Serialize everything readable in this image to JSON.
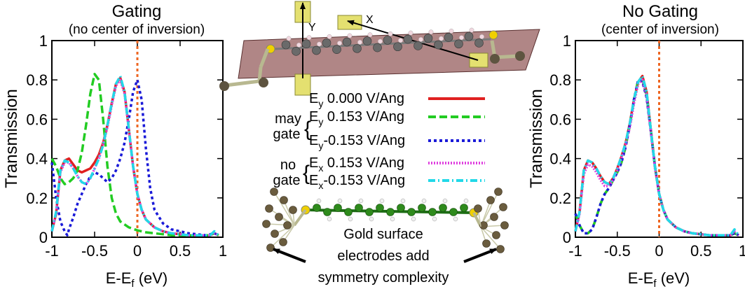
{
  "chart_data": [
    {
      "type": "line",
      "title": "Gating",
      "subtitle": "(no center of inversion)",
      "xlabel": "E-E",
      "xlabel_sub": "f",
      "xlabel_unit": " (eV)",
      "ylabel": "Transmission",
      "xlim": [
        -1,
        1
      ],
      "ylim": [
        0,
        1
      ],
      "xticks": [
        -1,
        -0.5,
        0,
        0.5,
        1
      ],
      "xtick_labels": [
        "-1",
        "-0.5",
        "0",
        "0.5",
        "1"
      ],
      "yticks": [
        0,
        0.2,
        0.4,
        0.6,
        0.8,
        1
      ],
      "ytick_labels": [
        "0",
        "0.2",
        "0.4",
        "0.6",
        "0.8",
        "1"
      ],
      "fermi_line_x": 0,
      "series": [
        {
          "style": "ey0",
          "x": [
            -1.0,
            -0.95,
            -0.9,
            -0.85,
            -0.8,
            -0.75,
            -0.7,
            -0.65,
            -0.6,
            -0.55,
            -0.5,
            -0.45,
            -0.4,
            -0.35,
            -0.3,
            -0.25,
            -0.2,
            -0.15,
            -0.1,
            -0.05,
            0.0,
            0.05,
            0.1,
            0.2,
            0.3,
            0.4,
            0.5,
            0.6,
            0.7,
            0.8,
            0.85,
            0.9,
            0.95
          ],
          "y": [
            0.03,
            0.12,
            0.34,
            0.39,
            0.4,
            0.37,
            0.34,
            0.33,
            0.34,
            0.35,
            0.38,
            0.42,
            0.48,
            0.57,
            0.68,
            0.78,
            0.81,
            0.74,
            0.55,
            0.36,
            0.22,
            0.14,
            0.09,
            0.05,
            0.03,
            0.02,
            0.015,
            0.01,
            0.01,
            0.01,
            0.01,
            0.02,
            0.01
          ]
        },
        {
          "style": "ey_pos",
          "x": [
            -1.0,
            -0.95,
            -0.9,
            -0.85,
            -0.8,
            -0.75,
            -0.7,
            -0.65,
            -0.6,
            -0.55,
            -0.5,
            -0.45,
            -0.4,
            -0.35,
            -0.3,
            -0.25,
            -0.2,
            -0.1,
            0.0,
            0.1,
            0.2,
            0.3,
            0.4,
            0.5,
            0.6,
            0.7,
            0.8,
            0.85,
            0.9,
            0.95
          ],
          "y": [
            0.4,
            0.36,
            0.3,
            0.27,
            0.28,
            0.3,
            0.34,
            0.43,
            0.57,
            0.73,
            0.83,
            0.8,
            0.6,
            0.36,
            0.2,
            0.12,
            0.08,
            0.05,
            0.035,
            0.025,
            0.02,
            0.015,
            0.01,
            0.01,
            0.01,
            0.01,
            0.01,
            0.01,
            0.02,
            0.01
          ]
        },
        {
          "style": "ey_neg",
          "x": [
            -1.0,
            -0.95,
            -0.9,
            -0.85,
            -0.82,
            -0.8,
            -0.75,
            -0.7,
            -0.65,
            -0.6,
            -0.55,
            -0.5,
            -0.45,
            -0.4,
            -0.35,
            -0.3,
            -0.25,
            -0.2,
            -0.15,
            -0.1,
            -0.05,
            0.0,
            0.05,
            0.1,
            0.15,
            0.2,
            0.3,
            0.4,
            0.5,
            0.6,
            0.7,
            0.8,
            0.9,
            0.95
          ],
          "y": [
            0.38,
            0.2,
            0.08,
            0.03,
            0.01,
            0.04,
            0.1,
            0.17,
            0.22,
            0.27,
            0.31,
            0.33,
            0.32,
            0.3,
            0.28,
            0.3,
            0.34,
            0.4,
            0.48,
            0.6,
            0.74,
            0.8,
            0.7,
            0.45,
            0.25,
            0.14,
            0.07,
            0.04,
            0.03,
            0.02,
            0.015,
            0.01,
            0.02,
            0.01
          ]
        },
        {
          "style": "ex_pos",
          "x": [
            -1.0,
            -0.95,
            -0.9,
            -0.85,
            -0.8,
            -0.75,
            -0.7,
            -0.65,
            -0.6,
            -0.55,
            -0.5,
            -0.45,
            -0.4,
            -0.35,
            -0.3,
            -0.25,
            -0.2,
            -0.15,
            -0.1,
            -0.05,
            0.0,
            0.05,
            0.1,
            0.2,
            0.3,
            0.4,
            0.5,
            0.6,
            0.7,
            0.8,
            0.85,
            0.9,
            0.95
          ],
          "y": [
            0.03,
            0.12,
            0.33,
            0.38,
            0.38,
            0.35,
            0.31,
            0.28,
            0.27,
            0.3,
            0.35,
            0.4,
            0.47,
            0.56,
            0.67,
            0.77,
            0.8,
            0.73,
            0.55,
            0.36,
            0.22,
            0.14,
            0.09,
            0.05,
            0.03,
            0.02,
            0.015,
            0.01,
            0.01,
            0.01,
            0.01,
            0.02,
            0.01
          ]
        },
        {
          "style": "ex_neg",
          "x": [
            -1.0,
            -0.95,
            -0.9,
            -0.85,
            -0.8,
            -0.75,
            -0.7,
            -0.65,
            -0.6,
            -0.55,
            -0.5,
            -0.45,
            -0.4,
            -0.35,
            -0.3,
            -0.25,
            -0.2,
            -0.15,
            -0.1,
            -0.05,
            0.0,
            0.05,
            0.1,
            0.2,
            0.3,
            0.4,
            0.5,
            0.6,
            0.7,
            0.8,
            0.85,
            0.9,
            0.95
          ],
          "y": [
            0.03,
            0.13,
            0.34,
            0.39,
            0.38,
            0.35,
            0.31,
            0.28,
            0.27,
            0.3,
            0.35,
            0.4,
            0.47,
            0.57,
            0.68,
            0.78,
            0.82,
            0.74,
            0.55,
            0.36,
            0.22,
            0.14,
            0.09,
            0.05,
            0.03,
            0.02,
            0.015,
            0.01,
            0.01,
            0.01,
            0.01,
            0.03,
            0.01
          ]
        }
      ]
    },
    {
      "type": "line",
      "title": "No Gating",
      "subtitle": "(center of inversion)",
      "xlabel": "E-E",
      "xlabel_sub": "f",
      "xlabel_unit": " (eV)",
      "ylabel": "Transmission",
      "xlim": [
        -1,
        1
      ],
      "ylim": [
        0,
        1
      ],
      "xticks": [
        -1,
        -0.5,
        0,
        0.5,
        1
      ],
      "xtick_labels": [
        "-1",
        "-0.5",
        "0",
        "0.5",
        "1"
      ],
      "yticks": [
        0,
        0.2,
        0.4,
        0.6,
        0.8,
        1
      ],
      "ytick_labels": [
        "0",
        "0.2",
        "0.4",
        "0.6",
        "0.8",
        "1"
      ],
      "fermi_line_x": 0,
      "series": [
        {
          "style": "ey0",
          "x": [
            -1.0,
            -0.95,
            -0.9,
            -0.85,
            -0.8,
            -0.75,
            -0.7,
            -0.65,
            -0.6,
            -0.55,
            -0.5,
            -0.45,
            -0.4,
            -0.35,
            -0.3,
            -0.25,
            -0.2,
            -0.15,
            -0.1,
            -0.05,
            0.0,
            0.05,
            0.1,
            0.2,
            0.3,
            0.4,
            0.5,
            0.6,
            0.7,
            0.8,
            0.85,
            0.9,
            0.95
          ],
          "y": [
            0.03,
            0.13,
            0.34,
            0.39,
            0.38,
            0.35,
            0.31,
            0.28,
            0.27,
            0.3,
            0.35,
            0.41,
            0.48,
            0.58,
            0.7,
            0.79,
            0.82,
            0.74,
            0.55,
            0.36,
            0.22,
            0.14,
            0.09,
            0.05,
            0.03,
            0.02,
            0.015,
            0.01,
            0.01,
            0.01,
            0.01,
            0.02,
            0.01
          ]
        },
        {
          "style": "ey_pos",
          "x": [
            -1.0,
            -0.95,
            -0.9,
            -0.85,
            -0.8,
            -0.75,
            -0.7,
            -0.65,
            -0.6,
            -0.55,
            -0.5,
            -0.45,
            -0.4,
            -0.35,
            -0.3,
            -0.25,
            -0.2,
            -0.15,
            -0.1,
            -0.05,
            0.0,
            0.05,
            0.1,
            0.2,
            0.3,
            0.4,
            0.5,
            0.6,
            0.7,
            0.8,
            0.85,
            0.9,
            0.95
          ],
          "y": [
            0.12,
            0.06,
            0.02,
            0.02,
            0.04,
            0.1,
            0.17,
            0.22,
            0.25,
            0.29,
            0.33,
            0.38,
            0.46,
            0.57,
            0.7,
            0.8,
            0.8,
            0.72,
            0.55,
            0.36,
            0.22,
            0.14,
            0.09,
            0.05,
            0.03,
            0.02,
            0.015,
            0.01,
            0.01,
            0.01,
            0.01,
            0.02,
            0.01
          ]
        },
        {
          "style": "ey_neg",
          "x": [
            -1.0,
            -0.95,
            -0.9,
            -0.85,
            -0.8,
            -0.75,
            -0.7,
            -0.65,
            -0.6,
            -0.55,
            -0.5,
            -0.45,
            -0.4,
            -0.35,
            -0.3,
            -0.25,
            -0.2,
            -0.15,
            -0.1,
            -0.05,
            0.0,
            0.05,
            0.1,
            0.2,
            0.3,
            0.4,
            0.5,
            0.6,
            0.7,
            0.8,
            0.85,
            0.9,
            0.95
          ],
          "y": [
            0.12,
            0.06,
            0.02,
            0.02,
            0.04,
            0.1,
            0.17,
            0.22,
            0.25,
            0.29,
            0.33,
            0.38,
            0.46,
            0.57,
            0.7,
            0.8,
            0.79,
            0.71,
            0.54,
            0.36,
            0.22,
            0.14,
            0.09,
            0.05,
            0.03,
            0.02,
            0.015,
            0.01,
            0.01,
            0.01,
            0.01,
            0.02,
            0.01
          ]
        },
        {
          "style": "ex_pos",
          "x": [
            -1.0,
            -0.95,
            -0.9,
            -0.85,
            -0.8,
            -0.75,
            -0.7,
            -0.65,
            -0.6,
            -0.55,
            -0.5,
            -0.45,
            -0.4,
            -0.35,
            -0.3,
            -0.25,
            -0.2,
            -0.15,
            -0.1,
            -0.05,
            0.0,
            0.05,
            0.1,
            0.2,
            0.3,
            0.4,
            0.5,
            0.6,
            0.7,
            0.8,
            0.85,
            0.9,
            0.95
          ],
          "y": [
            0.03,
            0.12,
            0.32,
            0.37,
            0.36,
            0.33,
            0.29,
            0.26,
            0.26,
            0.29,
            0.34,
            0.4,
            0.47,
            0.56,
            0.68,
            0.78,
            0.8,
            0.72,
            0.54,
            0.35,
            0.22,
            0.14,
            0.09,
            0.05,
            0.03,
            0.02,
            0.015,
            0.01,
            0.01,
            0.01,
            0.01,
            0.03,
            0.01
          ]
        },
        {
          "style": "ex_neg",
          "x": [
            -1.0,
            -0.95,
            -0.9,
            -0.85,
            -0.8,
            -0.75,
            -0.7,
            -0.65,
            -0.6,
            -0.55,
            -0.5,
            -0.45,
            -0.4,
            -0.35,
            -0.3,
            -0.25,
            -0.2,
            -0.15,
            -0.1,
            -0.05,
            0.0,
            0.05,
            0.1,
            0.2,
            0.3,
            0.4,
            0.5,
            0.6,
            0.7,
            0.8,
            0.85,
            0.9,
            0.95
          ],
          "y": [
            0.03,
            0.13,
            0.34,
            0.39,
            0.38,
            0.35,
            0.31,
            0.28,
            0.27,
            0.3,
            0.35,
            0.41,
            0.48,
            0.58,
            0.7,
            0.79,
            0.82,
            0.74,
            0.55,
            0.36,
            0.22,
            0.14,
            0.09,
            0.05,
            0.03,
            0.02,
            0.015,
            0.01,
            0.01,
            0.01,
            0.01,
            0.04,
            0.01
          ]
        }
      ]
    }
  ],
  "legend": {
    "entries": [
      {
        "style": "ey0",
        "sym": "E",
        "sub": "y",
        "value": " 0.000 V/Ang"
      },
      {
        "style": "ey_pos",
        "sym": "E",
        "sub": "y",
        "value": " 0.153 V/Ang"
      },
      {
        "style": "ey_neg",
        "sym": "E",
        "sub": "y",
        "value": "-0.153 V/Ang"
      },
      {
        "style": "ex_pos",
        "sym": "E",
        "sub": "x",
        "value": " 0.153 V/Ang"
      },
      {
        "style": "ex_neg",
        "sym": "E",
        "sub": "x",
        "value": "-0.153 V/Ang"
      }
    ],
    "groups": [
      {
        "line1": "may",
        "line2": "gate"
      },
      {
        "line1": "no",
        "line2": "gate"
      }
    ]
  },
  "styles": {
    "ey0": {
      "color": "#e02020",
      "dash": ""
    },
    "ey_pos": {
      "color": "#22cc22",
      "dash": "11 5"
    },
    "ey_neg": {
      "color": "#1a1ad8",
      "dash": "4 4"
    },
    "ex_pos": {
      "color": "#e040e0",
      "dash": "2 2"
    },
    "ex_neg": {
      "color": "#22d8e8",
      "dash": "10 4 2 4"
    }
  },
  "fermi_color": "#ee6622",
  "diagram": {
    "axis_y_label": "Y",
    "axis_x_label": "X",
    "caption_lines": [
      "Gold surface",
      "electrodes add",
      "symmetry complexity"
    ]
  }
}
